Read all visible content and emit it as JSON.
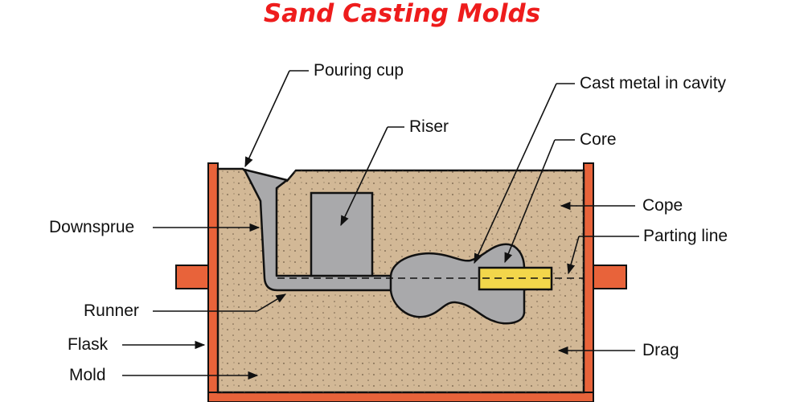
{
  "title": "Sand Casting Molds",
  "colors": {
    "title": "#ee1c1c",
    "flask": "#e8633a",
    "sand": "#d2b896",
    "metal": "#a9a9ab",
    "core": "#f2d64b",
    "outline": "#111111"
  },
  "labels": {
    "pouring_cup": "Pouring cup",
    "riser": "Riser",
    "cast_metal": "Cast metal in cavity",
    "core": "Core",
    "cope": "Cope",
    "parting_line": "Parting line",
    "downsprue": "Downsprue",
    "runner": "Runner",
    "flask": "Flask",
    "mold": "Mold",
    "drag": "Drag"
  }
}
